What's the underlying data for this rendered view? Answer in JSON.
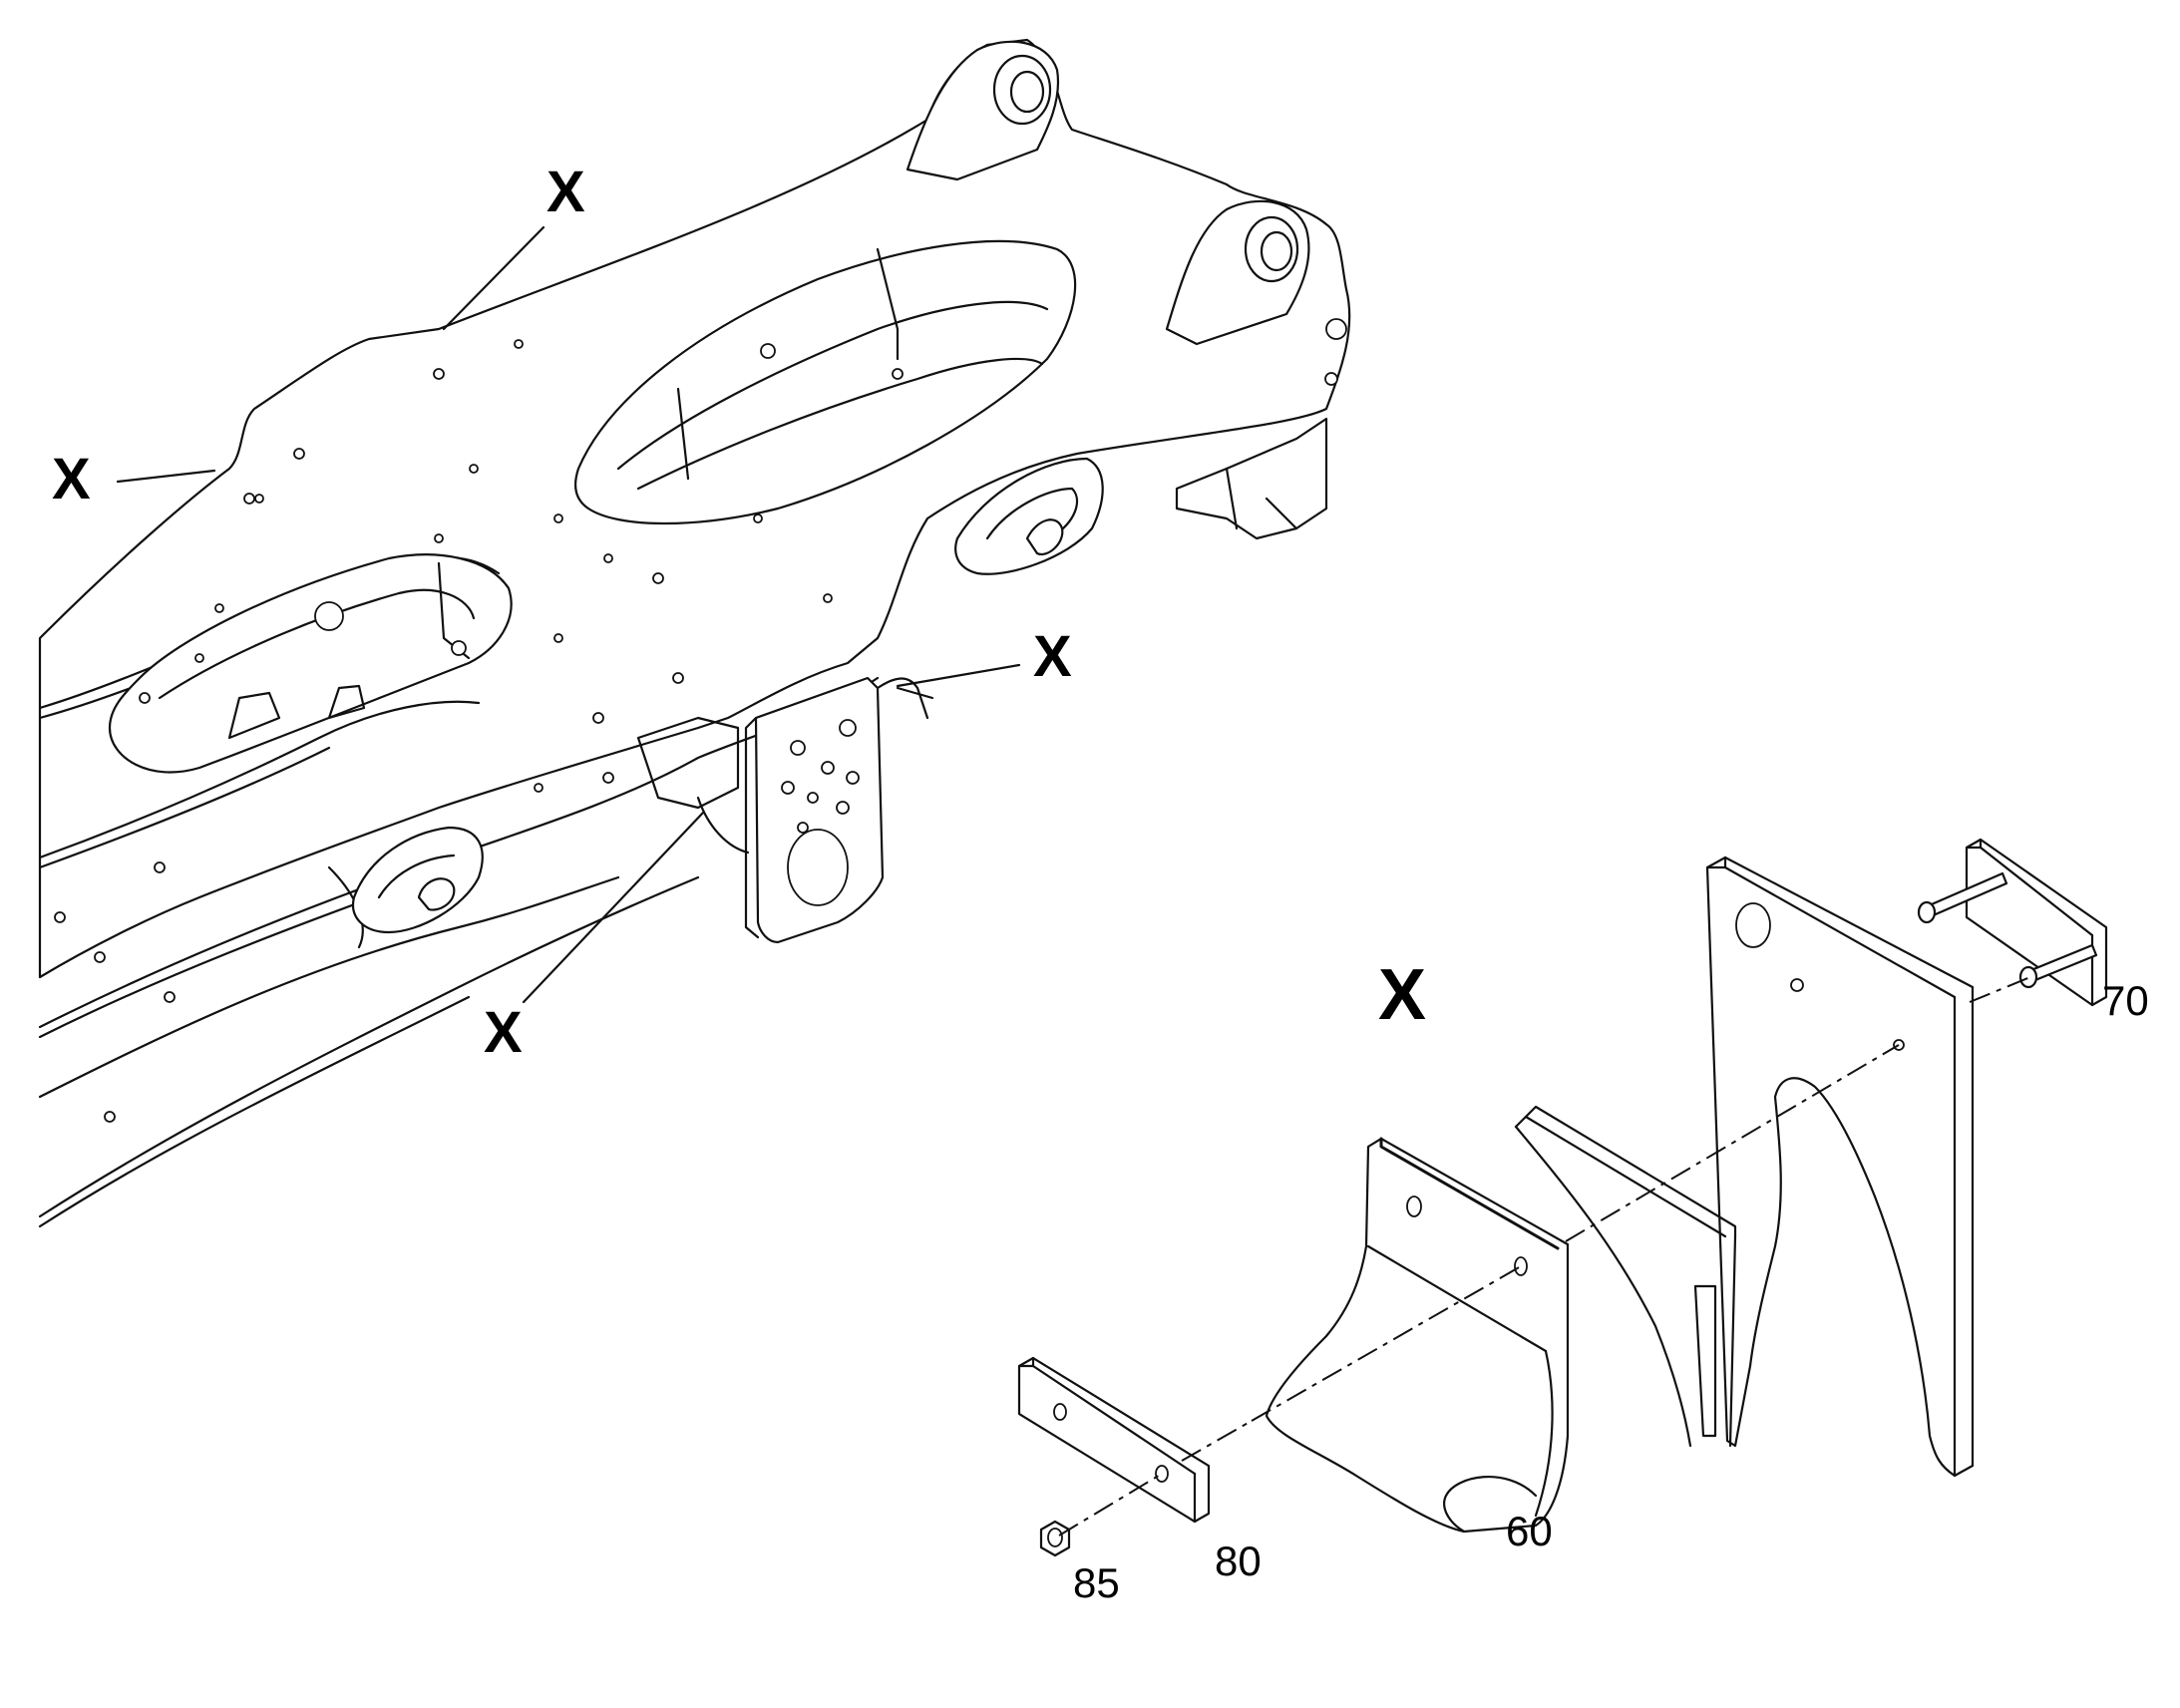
{
  "labels": {
    "x_marks": [
      "X",
      "X",
      "X",
      "X"
    ],
    "x_detail": "X",
    "parts": {
      "p60": "60",
      "p70": "70",
      "p80": "80",
      "p85": "85"
    }
  }
}
